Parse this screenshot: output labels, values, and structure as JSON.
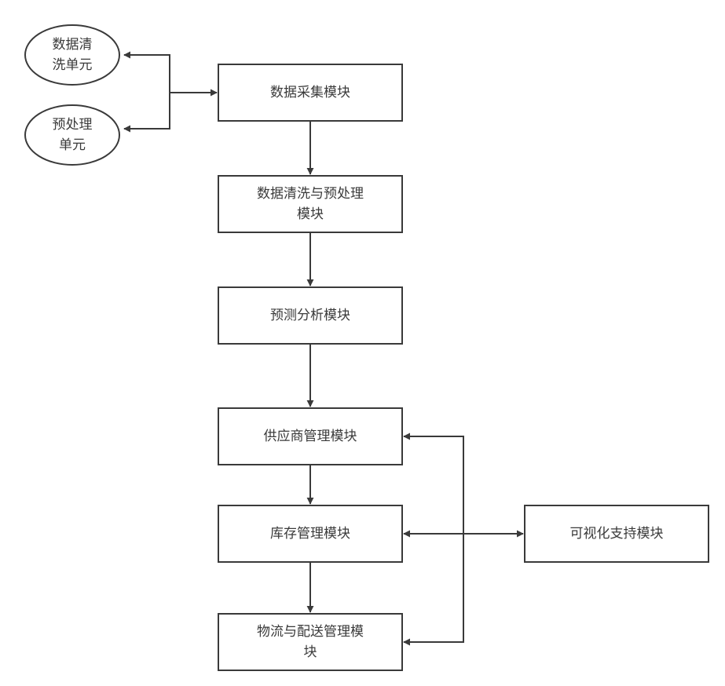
{
  "diagram": {
    "units": {
      "cleaning_unit": "数据清\n洗单元",
      "preprocessing_unit": "预处理\n单元"
    },
    "modules": {
      "data_collection": "数据采集模块",
      "cleaning_preprocessing": "数据清洗与预处理\n模块",
      "prediction_analysis": "预测分析模块",
      "supplier_management": "供应商管理模块",
      "inventory_management": "库存管理模块",
      "logistics_distribution": "物流与配送管理模\n块",
      "visualization_support": "可视化支持模块"
    },
    "colors": {
      "stroke": "#3a3a3a",
      "text": "#3a3a3a",
      "background": "#ffffff"
    }
  }
}
